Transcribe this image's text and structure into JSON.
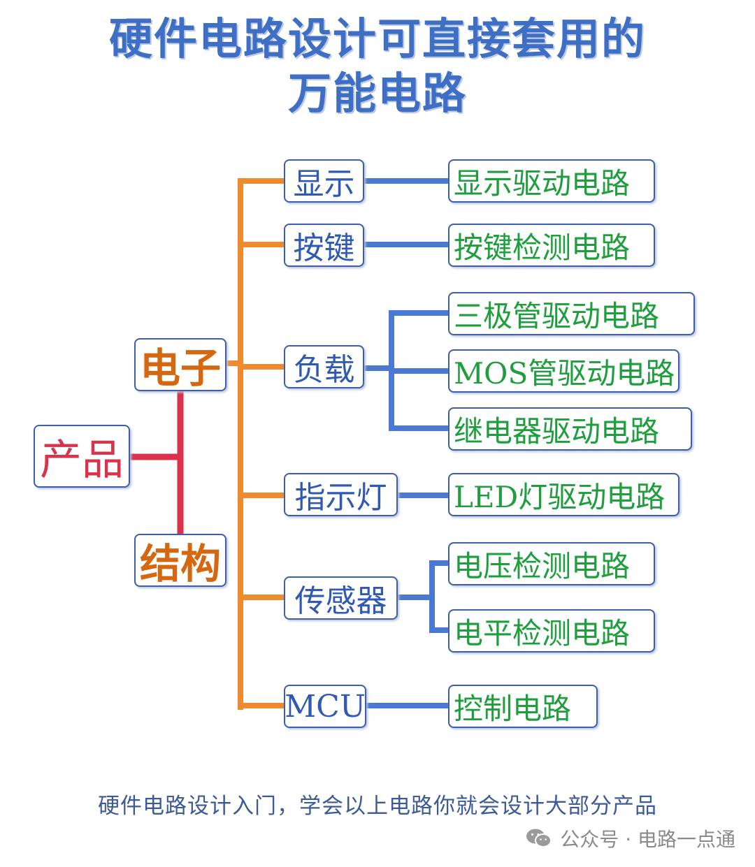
{
  "title": {
    "line1": "硬件电路设计可直接套用的",
    "line2": "万能电路"
  },
  "root": "产品",
  "categories": {
    "electronic": "电子",
    "structure": "结构"
  },
  "modules": {
    "display": {
      "label": "显示",
      "children": [
        "显示驱动电路"
      ]
    },
    "button": {
      "label": "按键",
      "children": [
        "按键检测电路"
      ]
    },
    "load": {
      "label": "负载",
      "children": [
        "三极管驱动电路",
        "MOS管驱动电路",
        "继电器驱动电路"
      ]
    },
    "indicator": {
      "label": "指示灯",
      "children": [
        "LED灯驱动电路"
      ]
    },
    "sensor": {
      "label": "传感器",
      "children": [
        "电压检测电路",
        "电平检测电路"
      ]
    },
    "mcu": {
      "label": "MCU",
      "children": [
        "控制电路"
      ]
    }
  },
  "footer": "硬件电路设计入门，学会以上电路你就会设计大部分产品",
  "watermark": {
    "text": "公众号 · 电路一点通",
    "icon": "wechat-icon"
  },
  "colors": {
    "root_link": "#d9324a",
    "electronic_link": "#ef8a2e",
    "module_link": "#4a78d2",
    "root_text": "#d9324a",
    "category_text": "#d4670f",
    "module_text": "#2f59b3",
    "leaf_text": "#1e9e3c",
    "title_text": "#3f6fc4"
  }
}
